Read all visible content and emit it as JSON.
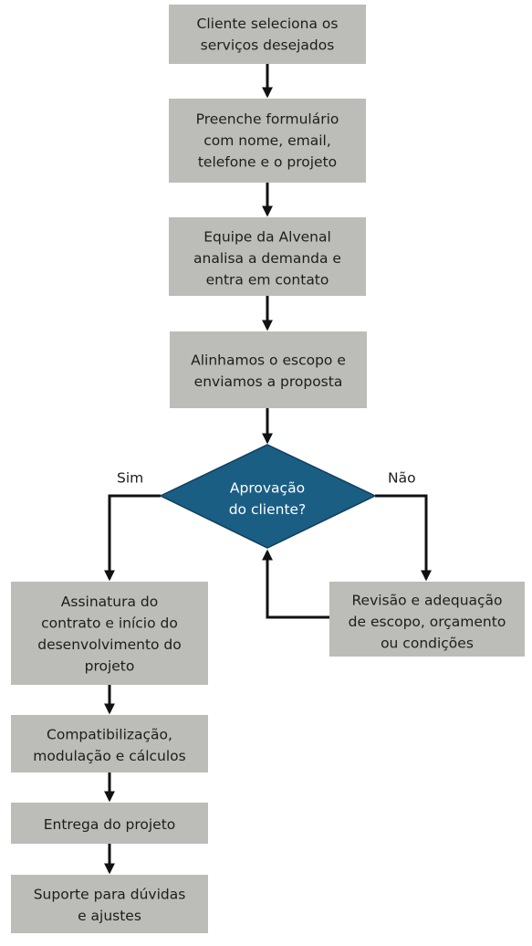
{
  "nodes": {
    "select_services": [
      "Cliente seleciona os",
      "serviços desejados"
    ],
    "fill_form": [
      "Preenche formulário",
      "com nome, email,",
      "telefone e o projeto"
    ],
    "team_analysis": [
      "Equipe da Alvenal",
      "analisa a demanda e",
      "entra em contato"
    ],
    "scope_proposal": [
      "Alinhamos o escopo e",
      "enviamos a proposta"
    ],
    "decision": [
      "Aprovação",
      "do cliente?"
    ],
    "revision": [
      "Revisão e adequação",
      "de escopo, orçamento",
      "ou condições"
    ],
    "signature": [
      "Assinatura do",
      "contrato e início do",
      "desenvolvimento do",
      "projeto"
    ],
    "compatibilization": [
      "Compatibilização,",
      "modulação e cálculos"
    ],
    "delivery": [
      "Entrega do projeto"
    ],
    "support": [
      "Suporte para dúvidas",
      "e ajustes"
    ]
  },
  "branches": {
    "yes": "Sim",
    "no": "Não"
  },
  "colors": {
    "process_fill": "#bcbcb8",
    "decision_fill": "#1b5e84",
    "decision_stroke": "#0f3f5c",
    "connector": "#111111"
  }
}
